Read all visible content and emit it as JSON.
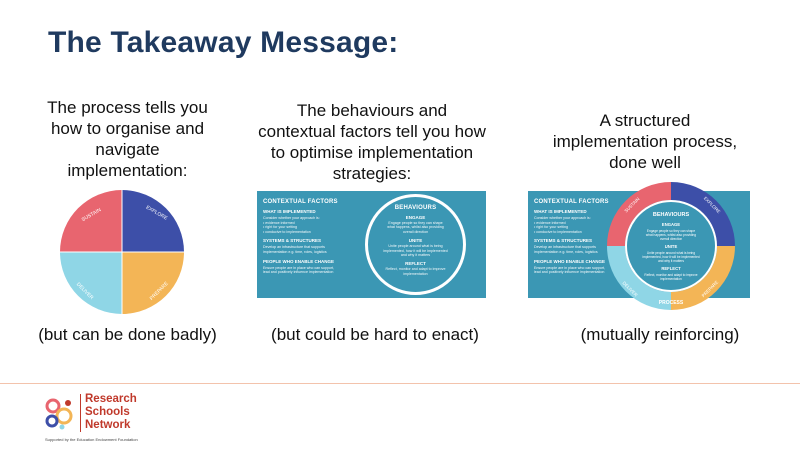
{
  "title": "The Takeaway Message:",
  "columns": [
    {
      "heading": [
        "The process tells you",
        "how to organise and",
        "navigate",
        "implementation:"
      ],
      "footer": "(but can be done badly)",
      "pie_labels": [
        "EXPLORE",
        "PREPARE",
        "DELIVER",
        "SUSTAIN"
      ]
    },
    {
      "heading": [
        "The behaviours and",
        "contextual factors tell you how",
        "to optimise implementation",
        "strategies:"
      ],
      "footer": "(but could be hard to enact)"
    },
    {
      "heading": [
        "A structured",
        "implementation process,",
        "done well"
      ],
      "footer": "(mutually reinforcing)",
      "ring_labels": [
        "EXPLORE",
        "PREPARE",
        "DELIVER",
        "SUSTAIN",
        "PROCESS"
      ]
    }
  ],
  "panel": {
    "contextual_title": "CONTEXTUAL FACTORS",
    "what_title": "WHAT IS IMPLEMENTED",
    "what_text": [
      "Consider whether your approach is:",
      "•  evidence informed",
      "•  right for your setting",
      "•  conducive to implementation"
    ],
    "systems_title": "SYSTEMS & STRUCTURES",
    "systems_text": [
      "Develop an infrastructure that supports",
      "implementation e.g. time, roles, logistics"
    ],
    "people_title": "PEOPLE WHO ENABLE CHANGE",
    "people_text": [
      "Ensure people are in place who can support,",
      "lead and positively influence implementation"
    ],
    "behaviours_title": "BEHAVIOURS",
    "engage_title": "ENGAGE",
    "engage_text": [
      "Engage people so they can shape",
      "what happens, whilst also providing",
      "overall direction"
    ],
    "unite_title": "UNITE",
    "unite_text": [
      "Unite people around what is being",
      "implemented, how it will be implemented",
      "and why it matters"
    ],
    "reflect_title": "REFLECT",
    "reflect_text": [
      "Reflect, monitor and adapt to improve",
      "implementation"
    ]
  },
  "logo": {
    "line1": "Research",
    "line2": "Schools",
    "line3": "Network",
    "sub": "Supported by the Education Endowment Foundation"
  },
  "colors": {
    "title": "#1f3a5f",
    "panel": "#3b97b4",
    "explore": "#3d4fa8",
    "prepare": "#f3b556",
    "deliver": "#8fd6e6",
    "sustain": "#e8656f",
    "logo": "#c0392b"
  }
}
